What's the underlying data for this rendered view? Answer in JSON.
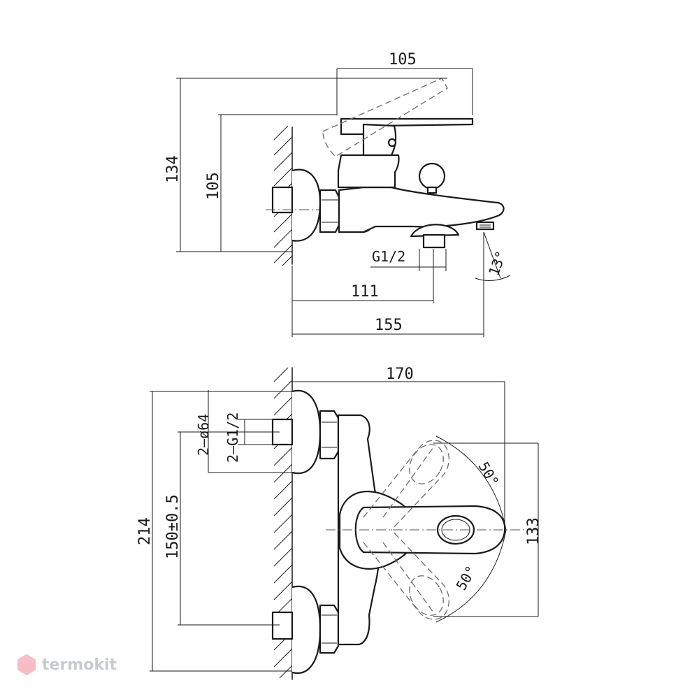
{
  "top_view": {
    "dims": {
      "width_105": "105",
      "height_134": "134",
      "height_105": "105",
      "thread": "G1/2",
      "len_111": "111",
      "len_155": "155",
      "angle_13": "13°"
    }
  },
  "bottom_view": {
    "dims": {
      "width_170": "170",
      "dia_64": "2–ø64",
      "thread_g12": "2–G1/2",
      "height_214": "214",
      "center_150": "150±0.5",
      "height_133": "133",
      "angle_50_upper": "50°",
      "angle_50_lower": "50°"
    }
  },
  "watermark": {
    "brand": "termokit",
    "color": "#e8506a"
  }
}
